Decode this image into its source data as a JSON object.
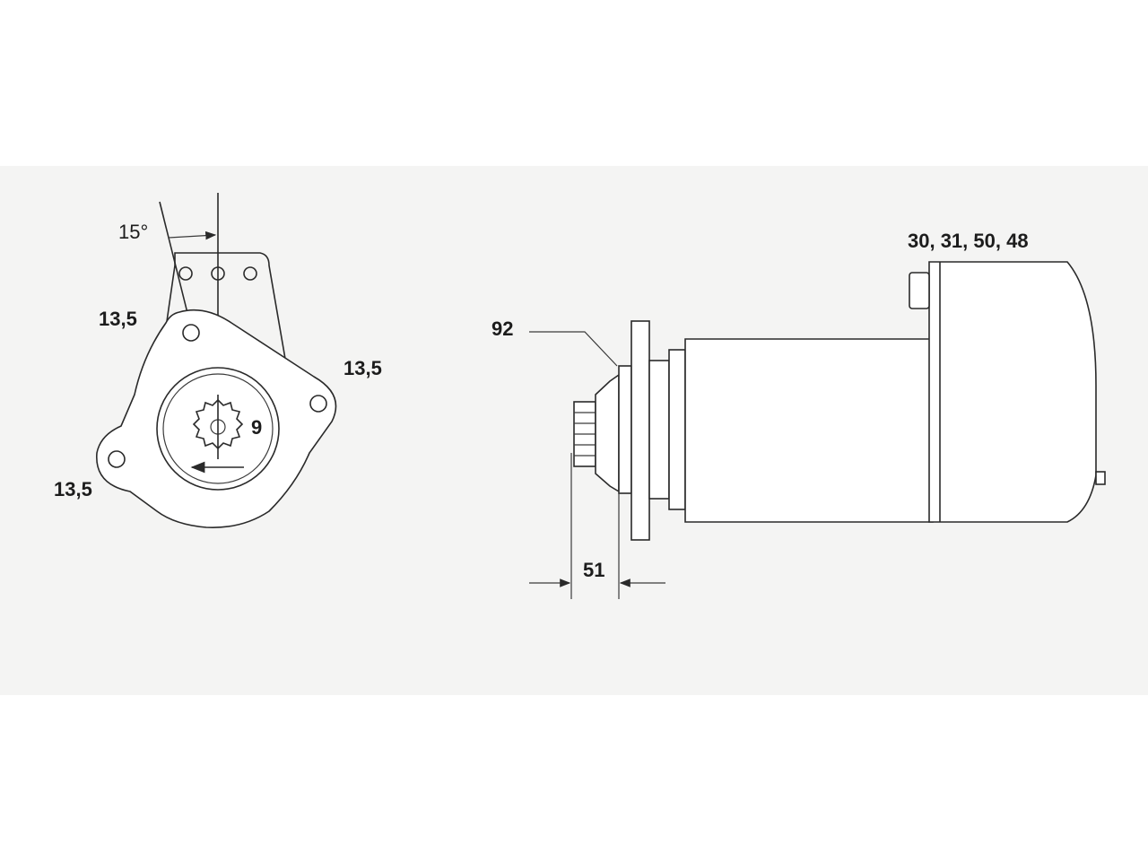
{
  "end_view": {
    "angle_label": "15°",
    "hole_label_top": "13,5",
    "hole_label_right": "13,5",
    "hole_label_bottom": "13,5",
    "pinion_teeth_label": "9"
  },
  "side_view": {
    "terminal_label": "30, 31, 50, 48",
    "flange_label": "92",
    "dimension_label": "51"
  },
  "colors": {
    "line": "#2a2a2a",
    "background_band": "#f4f4f3"
  }
}
